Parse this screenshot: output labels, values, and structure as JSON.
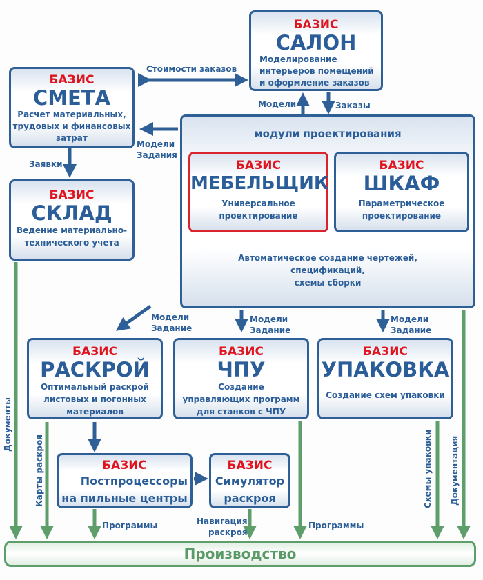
{
  "colors": {
    "brand_red": "#e0141e",
    "primary_blue": "#2b5e98",
    "flow_green": "#5e9e6a"
  },
  "boxes": {
    "salon": {
      "brand": "БАЗИС",
      "title": "САЛОН",
      "desc": [
        "Моделирование",
        "интерьеров помещений",
        "и оформление заказов"
      ]
    },
    "smeta": {
      "brand": "БАЗИС",
      "title": "СМЕТА",
      "desc": [
        "Расчет материальных,",
        "трудовых и финансовых",
        "затрат"
      ]
    },
    "sklad": {
      "brand": "БАЗИС",
      "title": "СКЛАД",
      "desc": [
        "Ведение материально-",
        "технического учета"
      ]
    },
    "modules": {
      "heading": "модули проектирования",
      "mebelshchik": {
        "brand": "БАЗИС",
        "title": "МЕБЕЛЬЩИК",
        "desc": [
          "Универсальное",
          "проектирование"
        ]
      },
      "shkaf": {
        "brand": "БАЗИС",
        "title": "ШКАФ",
        "desc": [
          "Параметрическое",
          "проектирование"
        ]
      },
      "footer": [
        "Автоматическое создание чертежей,",
        "спецификаций,",
        "схемы сборки"
      ]
    },
    "raskroy": {
      "brand": "БАЗИС",
      "title": "РАСКРОЙ",
      "desc": [
        "Оптимальный раскрой",
        "листовых и погонных",
        "материалов"
      ]
    },
    "chpu": {
      "brand": "БАЗИС",
      "title": "ЧПУ",
      "desc": [
        "Создание",
        "управляющих программ",
        "для станков с ЧПУ"
      ]
    },
    "upakovka": {
      "brand": "БАЗИС",
      "title": "УПАКОВКА",
      "desc": [
        "Создание схем  упаковки"
      ]
    },
    "postproc": {
      "brand": "БАЗИС",
      "title": [
        "Постпроцессоры",
        "на пильные центры"
      ]
    },
    "simulator": {
      "brand": "БАЗИС",
      "title": [
        "Симулятор",
        "раскроя"
      ]
    },
    "production": {
      "title": "Производство"
    }
  },
  "labels": {
    "order_costs": "Стоимости заказов",
    "models_up": "Модели",
    "orders_down": "Заказы",
    "models_tasks_smeta": [
      "Модели",
      "Задания"
    ],
    "requests": "Заявки",
    "models_task_raskroy": [
      "Модели",
      "Задание"
    ],
    "models_task_chpu": [
      "Модели",
      "Задание"
    ],
    "models_task_upakovka": [
      "Модели",
      "Задание"
    ],
    "documents": "Документы",
    "cut_maps": "Карты раскроя",
    "programs_post": "Программы",
    "cut_navigation": [
      "Навигация",
      "раскроя"
    ],
    "programs_chpu": "Программы",
    "packing_schemes": "Схемы упаковки",
    "documentation": "Документация"
  }
}
